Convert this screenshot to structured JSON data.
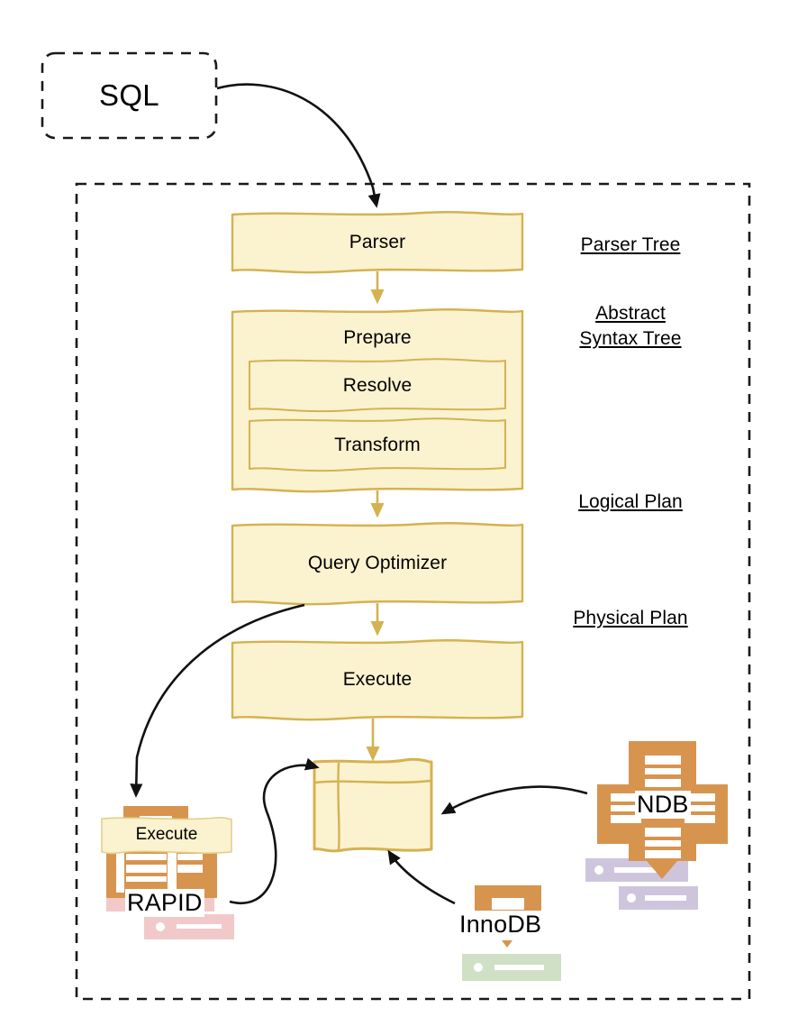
{
  "diagram": {
    "title_box": {
      "label": "SQL"
    },
    "server_boundary": {
      "name": "mysql-server-boundary"
    },
    "pipeline": [
      {
        "id": "parser",
        "label": "Parser"
      },
      {
        "id": "prepare",
        "label": "Prepare"
      },
      {
        "id": "resolve",
        "label": "Resolve"
      },
      {
        "id": "transform",
        "label": "Transform"
      },
      {
        "id": "optimizer",
        "label": "Query Optimizer"
      },
      {
        "id": "execute",
        "label": "Execute"
      }
    ],
    "stage_labels": [
      {
        "id": "parser-tree",
        "lines": [
          "Parser Tree"
        ]
      },
      {
        "id": "ast",
        "lines": [
          "Abstract",
          "Syntax Tree"
        ]
      },
      {
        "id": "logical-plan",
        "lines": [
          "Logical Plan"
        ]
      },
      {
        "id": "physical-plan",
        "lines": [
          "Physical Plan"
        ]
      }
    ],
    "stage_label_text": {
      "parser_tree": "Parser Tree",
      "abstract": "Abstract",
      "syntax_tree": "Syntax Tree",
      "logical_plan": "Logical Plan",
      "physical_plan": "Physical Plan"
    },
    "storage_engines": [
      {
        "id": "rapid",
        "label": "RAPID",
        "icon": "server-rack-icon",
        "shadow_color": "#f2c9c9",
        "overlay_label": "Execute"
      },
      {
        "id": "innodb",
        "label": "InnoDB",
        "icon": "server-icon",
        "shadow_color": "#cfe0c5",
        "overlay_label": ""
      },
      {
        "id": "ndb",
        "label": "NDB",
        "icon": "server-cluster-icon",
        "shadow_color": "#cec5dd",
        "overlay_label": ""
      }
    ],
    "engine_text": {
      "rapid": "RAPID",
      "rapid_execute": "Execute",
      "innodb": "InnoDB",
      "ndb": "NDB"
    },
    "handler_box": {
      "name": "storage-handler-table"
    },
    "colors": {
      "box_fill": "#fbf2cf",
      "box_stroke": "#d4b250",
      "arrow_flow": "#d4b250",
      "arrow_dark": "#111111",
      "icon_orange": "#d7944f",
      "dashed_stroke": "#1a1a1a",
      "text": "#000000"
    }
  }
}
